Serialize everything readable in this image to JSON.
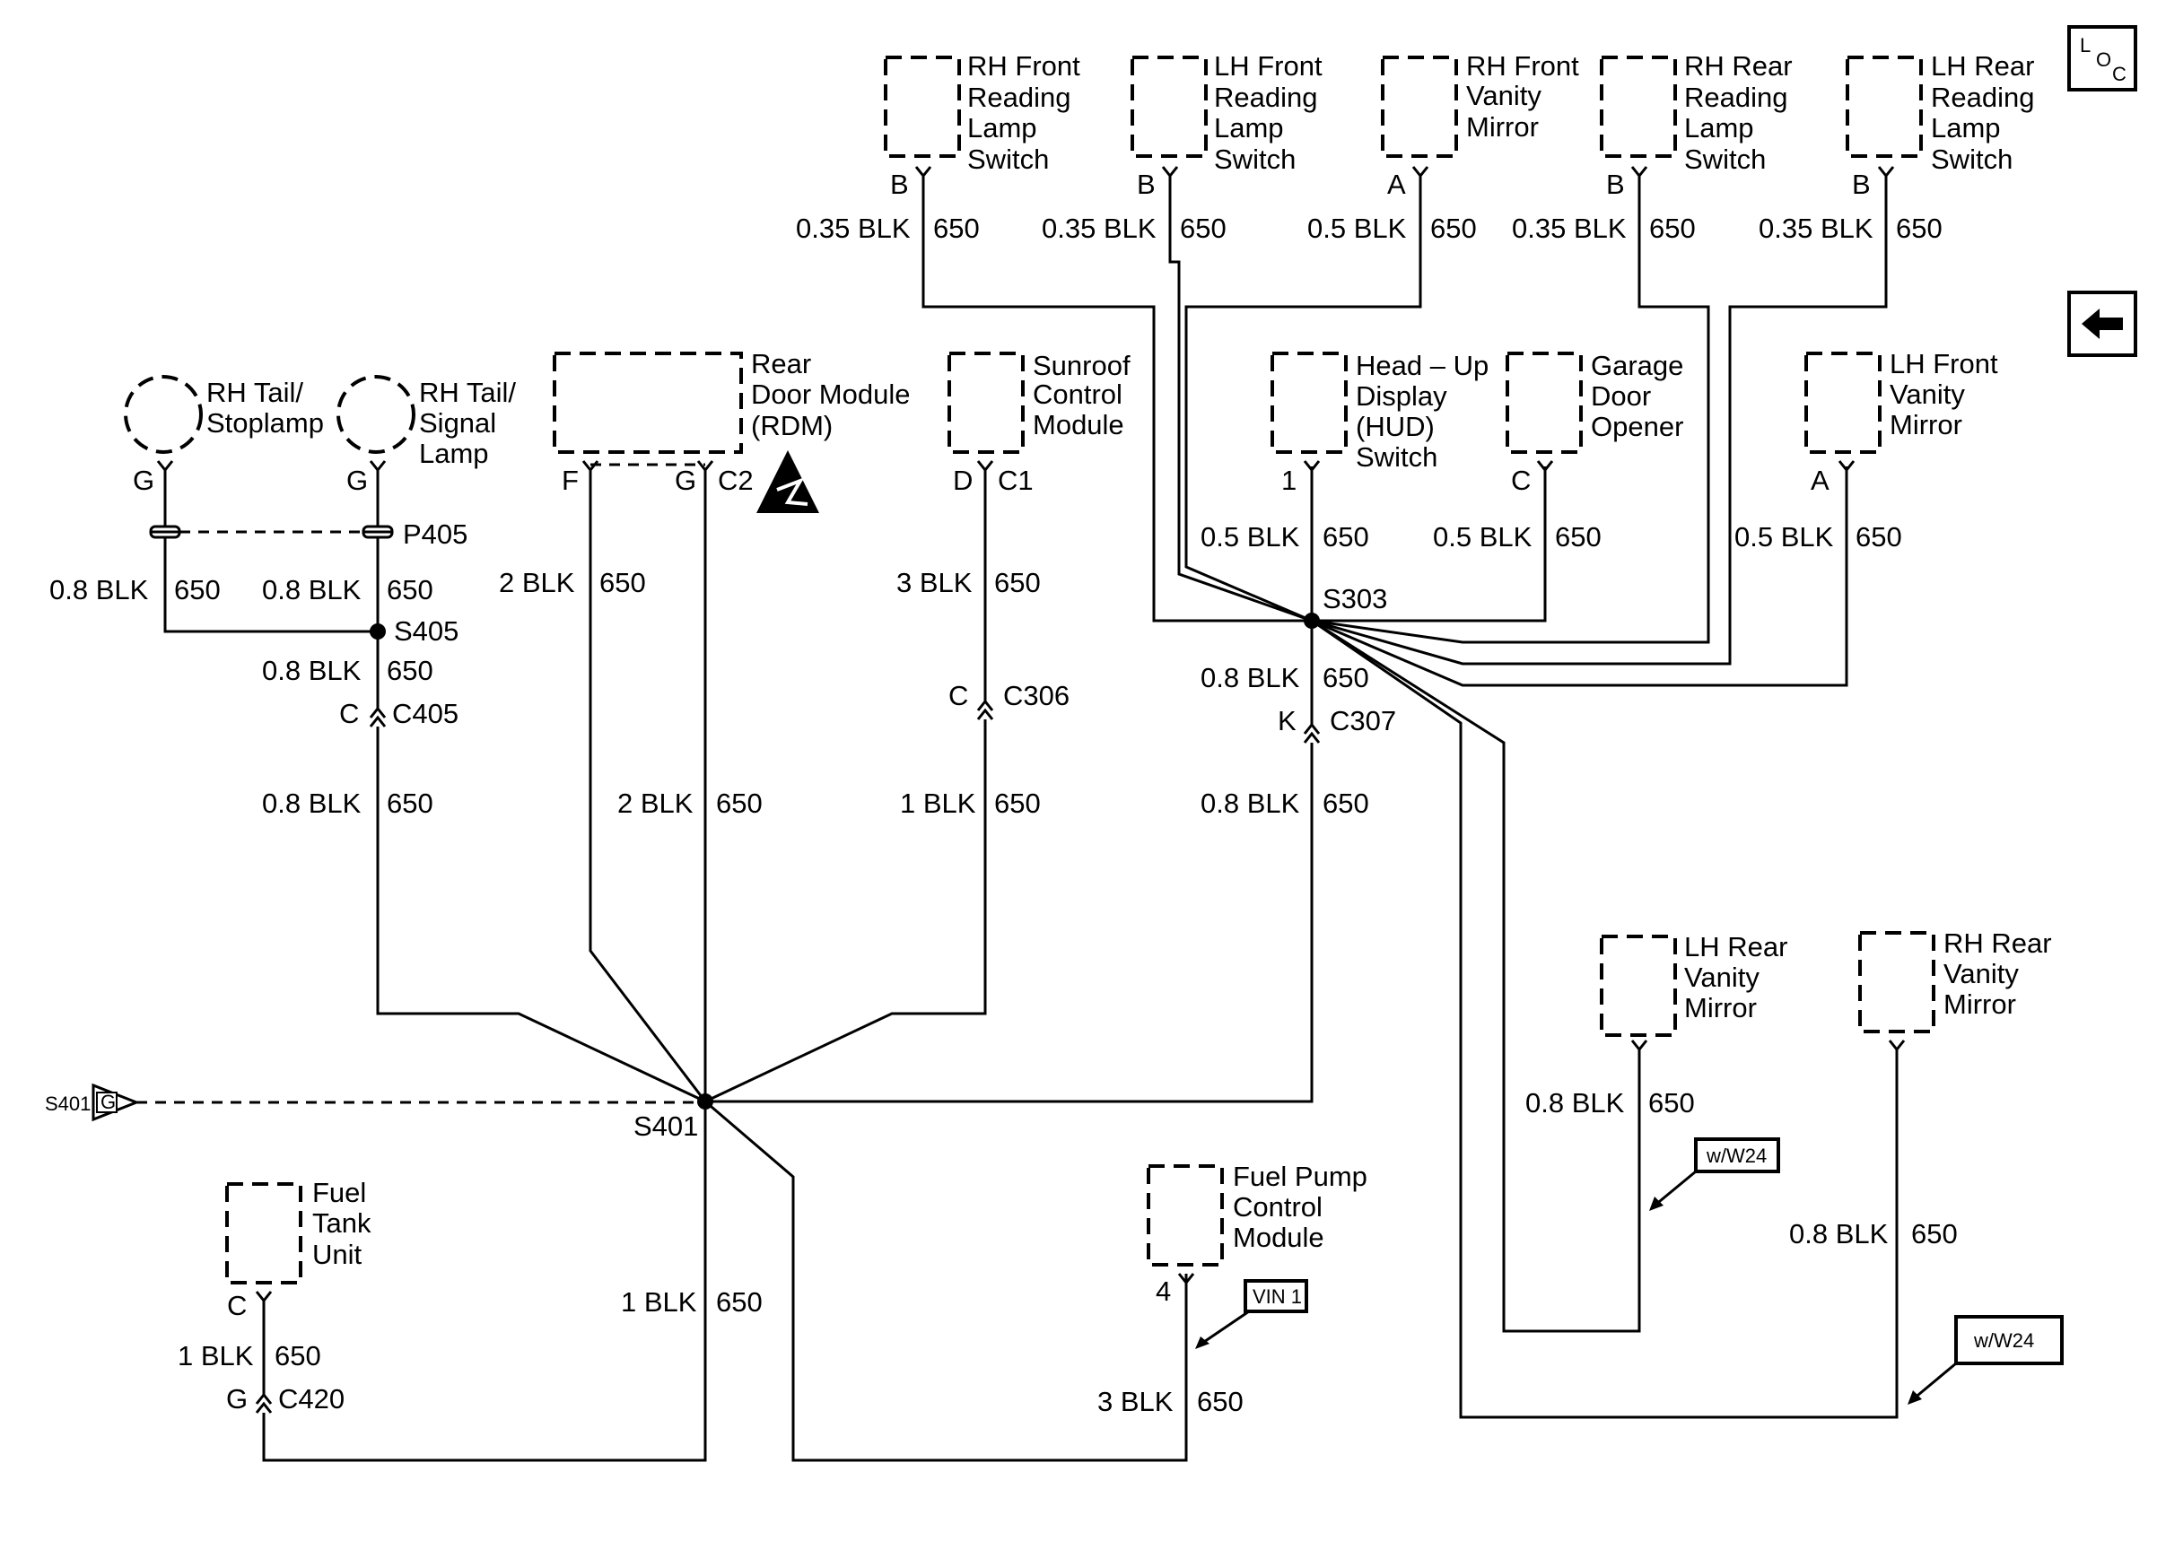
{
  "components": {
    "rh_front_reading_lamp_switch": [
      "RH Front",
      "Reading",
      "Lamp",
      "Switch"
    ],
    "lh_front_reading_lamp_switch": [
      "LH Front",
      "Reading",
      "Lamp",
      "Switch"
    ],
    "rh_front_vanity_mirror": [
      "RH Front",
      "Vanity",
      "Mirror"
    ],
    "rh_rear_reading_lamp_switch": [
      "RH Rear",
      "Reading",
      "Lamp",
      "Switch"
    ],
    "lh_rear_reading_lamp_switch": [
      "LH Rear",
      "Reading",
      "Lamp",
      "Switch"
    ],
    "rh_tail_stoplamp": [
      "RH Tail/",
      "Stoplamp"
    ],
    "rh_tail_signal_lamp": [
      "RH Tail/",
      "Signal",
      "Lamp"
    ],
    "rear_door_module": [
      "Rear",
      "Door Module",
      "(RDM)"
    ],
    "sunroof_control_module": [
      "Sunroof",
      "Control",
      "Module"
    ],
    "hud_switch": [
      "Head – Up",
      "Display",
      "(HUD)",
      "Switch"
    ],
    "garage_door_opener": [
      "Garage",
      "Door",
      "Opener"
    ],
    "lh_front_vanity_mirror": [
      "LH Front",
      "Vanity",
      "Mirror"
    ],
    "lh_rear_vanity_mirror": [
      "LH Rear",
      "Vanity",
      "Mirror"
    ],
    "rh_rear_vanity_mirror": [
      "RH Rear",
      "Vanity",
      "Mirror"
    ],
    "fuel_tank_unit": [
      "Fuel",
      "Tank",
      "Unit"
    ],
    "fuel_pump_control_module": [
      "Fuel Pump",
      "Control",
      "Module"
    ]
  },
  "pins": {
    "rh_front_reading": "B",
    "lh_front_reading": "B",
    "rh_front_vanity": "A",
    "rh_rear_reading": "B",
    "lh_rear_reading": "B",
    "rh_tail_stop": "G",
    "rh_tail_signal": "G",
    "rdm_f": "F",
    "rdm_g": "G",
    "rdm_conn": "C2",
    "sunroof_d": "D",
    "sunroof_conn": "C1",
    "hud": "1",
    "garage": "C",
    "lh_front_vanity": "A",
    "fuel_tank": "C",
    "fuel_pump": "4",
    "c405_pin": "C",
    "c306_pin": "C",
    "c307_pin": "K",
    "c420_pin": "G"
  },
  "wires": {
    "w035": "0.35 BLK",
    "w05": "0.5 BLK",
    "w08": "0.8 BLK",
    "w1": "1 BLK",
    "w2": "2 BLK",
    "w3": "3 BLK",
    "circuit": "650"
  },
  "connectors": {
    "p405": "P405",
    "s405": "S405",
    "c405": "C405",
    "c306": "C306",
    "s303": "S303",
    "c307": "C307",
    "s401": "S401",
    "c420": "C420",
    "ground_ref": "S401",
    "ground_letter": "G"
  },
  "options": {
    "w24": "w/W24",
    "vin": "VIN 1"
  },
  "nav": {
    "loc_l": "L",
    "loc_o": "O",
    "loc_c": "C"
  }
}
